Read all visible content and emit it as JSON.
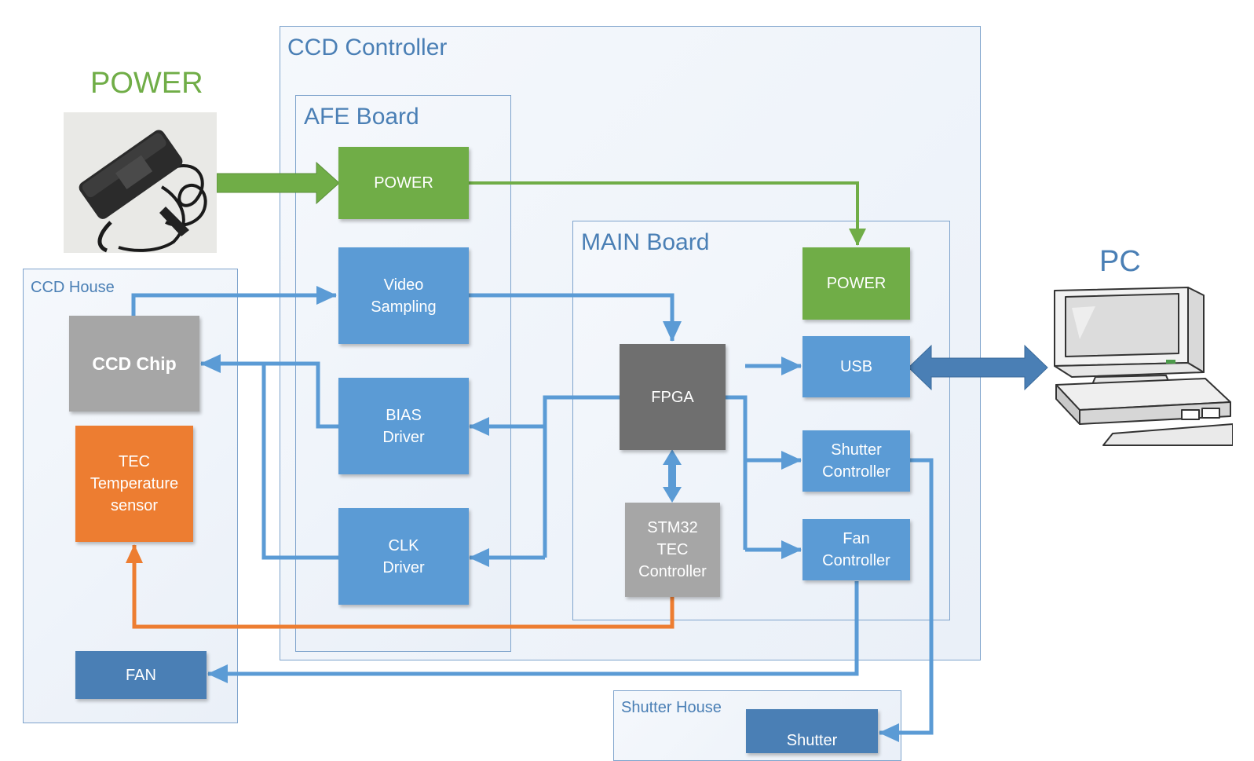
{
  "colors": {
    "blue": "#5b9bd5",
    "dark_blue": "#4a7fb5",
    "green": "#70ad47",
    "orange": "#ed7d31",
    "gray": "#a6a6a6",
    "dark_gray": "#6f6f6f"
  },
  "labels": {
    "power_source": "POWER",
    "pc": "PC"
  },
  "frames": {
    "ccd_controller": "CCD Controller",
    "afe_board": "AFE Board",
    "main_board": "MAIN Board",
    "ccd_house": "CCD House",
    "shutter_house": "Shutter House"
  },
  "blocks": {
    "afe_power": "POWER",
    "video_sampling": "Video\nSampling",
    "bias_driver": "BIAS\nDriver",
    "clk_driver": "CLK\nDriver",
    "main_power": "POWER",
    "fpga": "FPGA",
    "stm32": "STM32\nTEC\nController",
    "usb": "USB",
    "shutter_controller": "Shutter\nController",
    "fan_controller": "Fan\nController",
    "ccd_chip": "CCD Chip",
    "tec_sensor": "TEC\nTemperature\nsensor",
    "fan": "FAN",
    "shutter": "Shutter"
  },
  "icons": {
    "power_adapter": "power-adapter-icon",
    "pc": "desktop-computer-icon"
  }
}
